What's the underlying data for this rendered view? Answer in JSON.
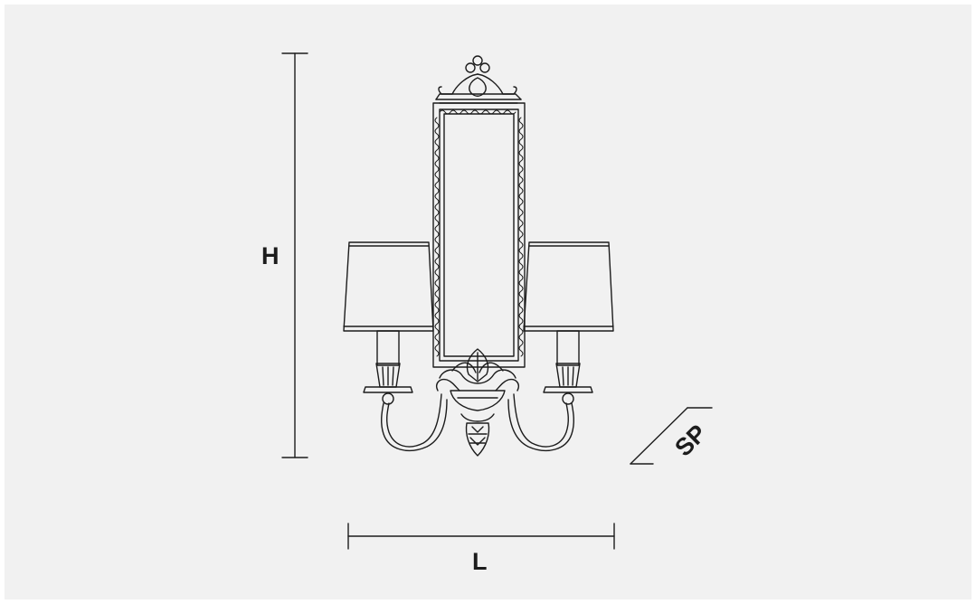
{
  "dimensions": {
    "height_label": "H",
    "width_label": "L",
    "depth_label": "SP"
  },
  "colors": {
    "background": "#f1f1f1",
    "line": "#1c1c1c"
  }
}
